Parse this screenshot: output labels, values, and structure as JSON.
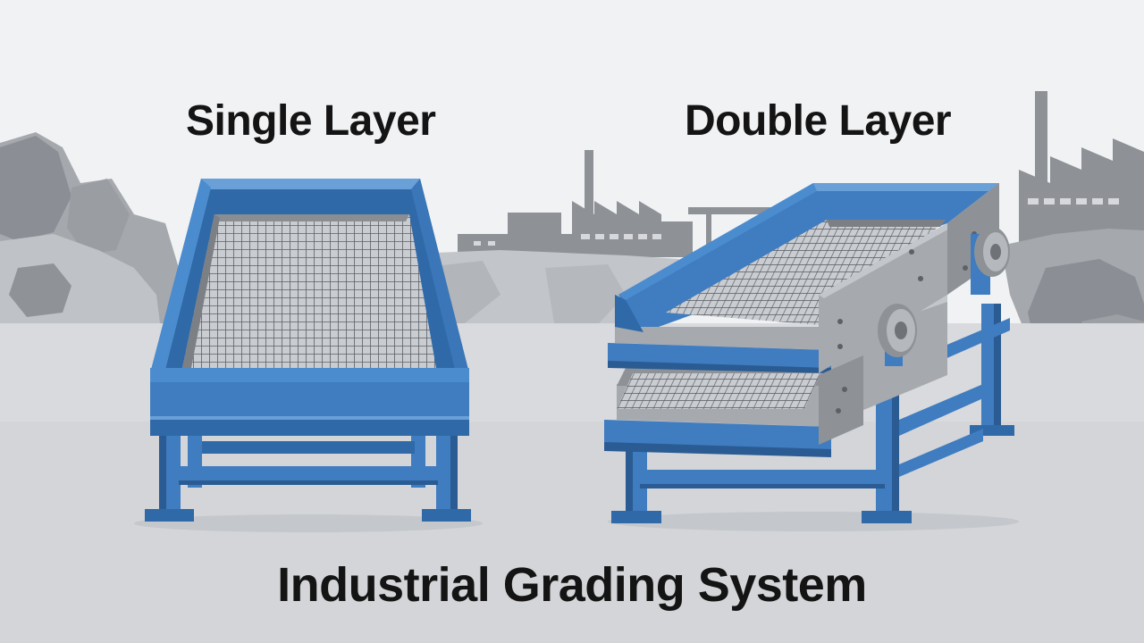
{
  "labels": {
    "single": "Single Layer",
    "double": "Double Layer",
    "caption": "Industrial Grading System"
  },
  "colors": {
    "sky": "#f1f2f4",
    "ground": "#d3d5d8",
    "ground_far": "#c9ccd0",
    "rock_dark": "#8b8f95",
    "rock_mid": "#a5a9ae",
    "rock_light": "#bfc2c6",
    "factory": "#8e9196",
    "steel_blue": "#3f7cc0",
    "steel_blue_dark": "#2a5b93",
    "steel_blue_light": "#6aa0d8",
    "mesh": "#5d6166",
    "grey_plate": "#a6a9ad",
    "text": "#141414"
  },
  "icons": [
    "single-layer-screen",
    "double-layer-screen",
    "factory-silhouette",
    "quarry-rocks"
  ]
}
